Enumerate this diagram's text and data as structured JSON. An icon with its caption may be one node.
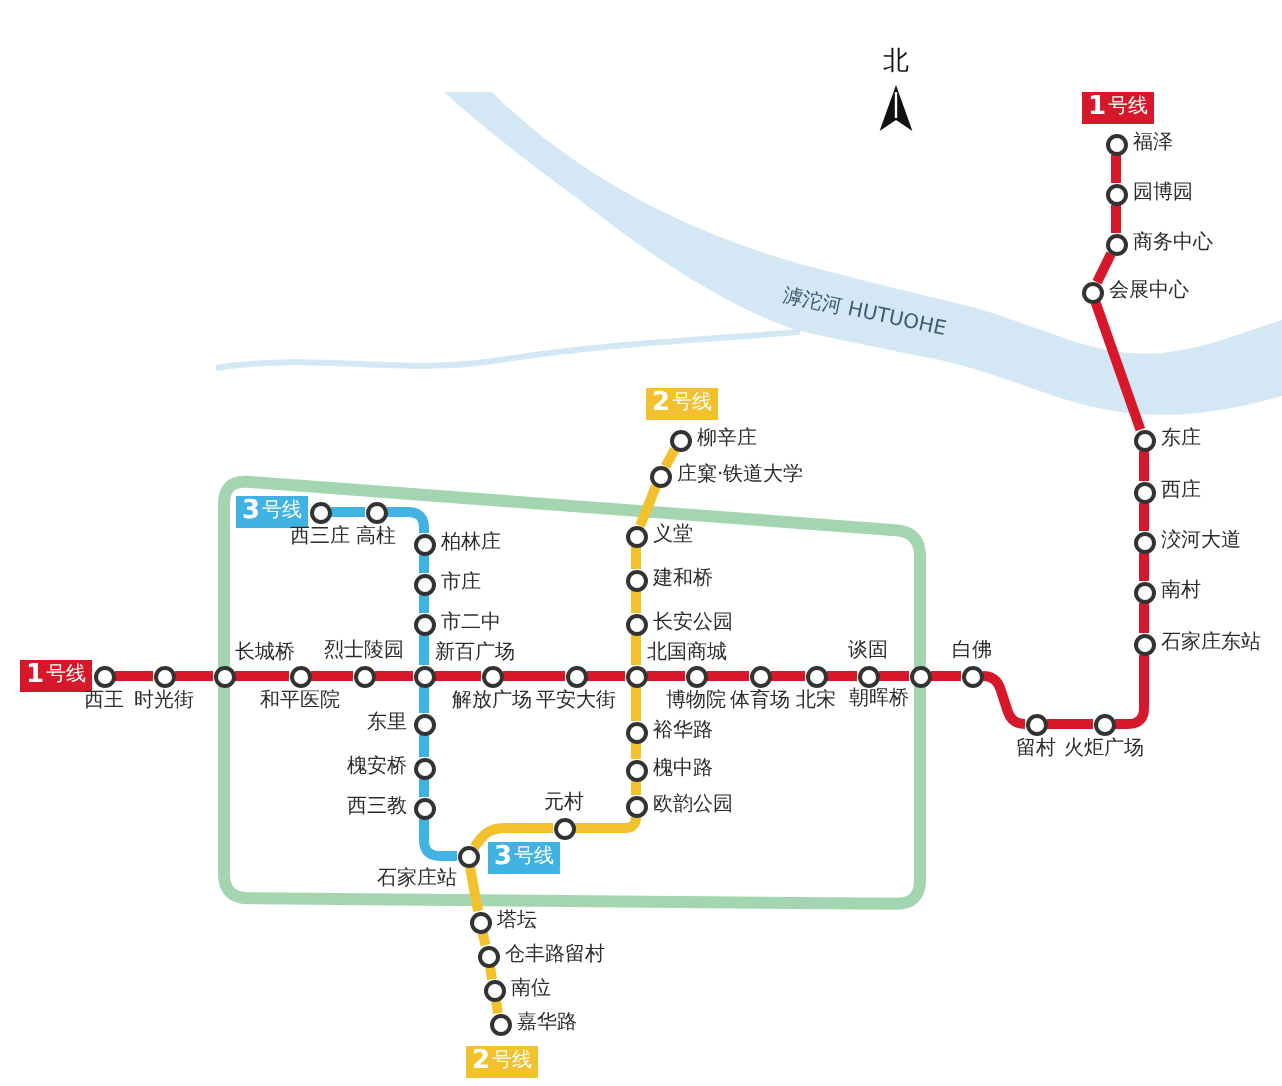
{
  "diagram": {
    "nodes": [
      {
        "text": [
          "1",
          "号线"
        ]
      },
      {
        "text": [
          "西王"
        ]
      },
      {
        "text": [
          "时光街"
        ]
      },
      {
        "text": [
          "长城桥"
        ]
      },
      {
        "text": [
          "和平医院"
        ]
      },
      {
        "text": [
          "烈士陵园"
        ]
      },
      {
        "text": [
          "新百广场"
        ]
      },
      {
        "text": [
          "解放广场"
        ]
      },
      {
        "text": [
          "平安大街"
        ]
      },
      {
        "text": [
          "北国商城"
        ]
      },
      {
        "text": [
          "博物院"
        ]
      },
      {
        "text": [
          "体育场"
        ]
      },
      {
        "text": [
          "北宋"
        ]
      },
      {
        "text": [
          "谈固"
        ]
      },
      {
        "text": [
          "朝晖桥"
        ]
      },
      {
        "text": [
          "白佛"
        ]
      },
      {
        "text": [
          "留村"
        ]
      },
      {
        "text": [
          "火炬广场"
        ]
      },
      {
        "text": [
          "石家庄东站"
        ]
      },
      {
        "text": [
          "南村"
        ]
      },
      {
        "text": [
          "洨河大道"
        ]
      },
      {
        "text": [
          "西庄"
        ]
      },
      {
        "text": [
          "东庄"
        ]
      },
      {
        "text": [
          "会展中心"
        ]
      },
      {
        "text": [
          "商务中心"
        ]
      },
      {
        "text": [
          "园博园"
        ]
      },
      {
        "text": [
          "福泽"
        ]
      },
      {
        "text": [
          "1",
          "号线"
        ]
      },
      {
        "text": [
          "2",
          "号线"
        ]
      },
      {
        "text": [
          "柳辛庄"
        ]
      },
      {
        "text": [
          "庄窠·铁道大学"
        ]
      },
      {
        "text": [
          "义堂"
        ]
      },
      {
        "text": [
          "建和桥"
        ]
      },
      {
        "text": [
          "长安公园"
        ]
      },
      {
        "text": [
          "裕华路"
        ]
      },
      {
        "text": [
          "槐中路"
        ]
      },
      {
        "text": [
          "欧韵公园"
        ]
      },
      {
        "text": [
          "元村"
        ]
      },
      {
        "text": [
          "石家庄站"
        ]
      },
      {
        "text": [
          "塔坛"
        ]
      },
      {
        "text": [
          "仓丰路留村"
        ]
      },
      {
        "text": [
          "南位"
        ]
      },
      {
        "text": [
          "嘉华路"
        ]
      },
      {
        "text": [
          "2",
          "号线"
        ]
      },
      {
        "text": [
          "3",
          "号线"
        ]
      },
      {
        "text": [
          "西三庄"
        ]
      },
      {
        "text": [
          "高柱"
        ]
      },
      {
        "text": [
          "柏林庄"
        ]
      },
      {
        "text": [
          "市庄"
        ]
      },
      {
        "text": [
          "市二中"
        ]
      },
      {
        "text": [
          "东里"
        ]
      },
      {
        "text": [
          "槐安桥"
        ]
      },
      {
        "text": [
          "西三教"
        ]
      },
      {
        "text": [
          "3",
          "号线"
        ]
      }
    ],
    "edges": [
      {
        "from": 1,
        "to": 2,
        "arrow": "none"
      },
      {
        "from": 2,
        "to": 3,
        "arrow": "none"
      },
      {
        "from": 3,
        "to": 4,
        "arrow": "none"
      },
      {
        "from": 4,
        "to": 5,
        "arrow": "none"
      },
      {
        "from": 5,
        "to": 6,
        "arrow": "none"
      },
      {
        "from": 6,
        "to": 7,
        "arrow": "none"
      },
      {
        "from": 7,
        "to": 8,
        "arrow": "none"
      },
      {
        "from": 8,
        "to": 9,
        "arrow": "none"
      },
      {
        "from": 9,
        "to": 10,
        "arrow": "none"
      },
      {
        "from": 10,
        "to": 11,
        "arrow": "none"
      },
      {
        "from": 11,
        "to": 12,
        "arrow": "none"
      },
      {
        "from": 12,
        "to": 13,
        "arrow": "none"
      },
      {
        "from": 13,
        "to": 14,
        "arrow": "none"
      },
      {
        "from": 14,
        "to": 15,
        "arrow": "none"
      },
      {
        "from": 15,
        "to": 16,
        "arrow": "none"
      },
      {
        "from": 16,
        "to": 17,
        "arrow": "none"
      },
      {
        "from": 17,
        "to": 18,
        "arrow": "none"
      },
      {
        "from": 18,
        "to": 19,
        "arrow": "none"
      },
      {
        "from": 19,
        "to": 20,
        "arrow": "none"
      },
      {
        "from": 20,
        "to": 21,
        "arrow": "none"
      },
      {
        "from": 21,
        "to": 22,
        "arrow": "none"
      },
      {
        "from": 22,
        "to": 23,
        "arrow": "none"
      },
      {
        "from": 23,
        "to": 24,
        "arrow": "none"
      },
      {
        "from": 24,
        "to": 25,
        "arrow": "none"
      },
      {
        "from": 25,
        "to": 26,
        "arrow": "none"
      },
      {
        "from": 29,
        "to": 30,
        "arrow": "none",
        "color": "#f2c12e"
      },
      {
        "from": 30,
        "to": 31,
        "arrow": "none",
        "color": "#f2c12e"
      },
      {
        "from": 31,
        "to": 32,
        "arrow": "none",
        "color": "#f2c12e"
      },
      {
        "from": 32,
        "to": 33,
        "arrow": "none",
        "color": "#f2c12e"
      },
      {
        "from": 33,
        "to": 9,
        "arrow": "none",
        "color": "#f2c12e"
      },
      {
        "from": 9,
        "to": 34,
        "arrow": "none",
        "color": "#f2c12e"
      },
      {
        "from": 34,
        "to": 35,
        "arrow": "none",
        "color": "#f2c12e"
      },
      {
        "from": 35,
        "to": 36,
        "arrow": "none",
        "color": "#f2c12e"
      },
      {
        "from": 36,
        "to": 37,
        "arrow": "none",
        "color": "#f2c12e"
      },
      {
        "from": 37,
        "to": 38,
        "arrow": "none",
        "color": "#f2c12e"
      },
      {
        "from": 38,
        "to": 39,
        "arrow": "none",
        "color": "#f2c12e"
      },
      {
        "from": 39,
        "to": 40,
        "arrow": "none",
        "color": "#f2c12e"
      },
      {
        "from": 40,
        "to": 41,
        "arrow": "none",
        "color": "#f2c12e"
      },
      {
        "from": 41,
        "to": 42,
        "arrow": "none",
        "color": "#f2c12e"
      },
      {
        "from": 45,
        "to": 46,
        "arrow": "none",
        "color": "#41b3e3"
      },
      {
        "from": 46,
        "to": 47,
        "arrow": "none",
        "color": "#41b3e3"
      },
      {
        "from": 47,
        "to": 48,
        "arrow": "none",
        "color": "#41b3e3"
      },
      {
        "from": 48,
        "to": 49,
        "arrow": "none",
        "color": "#41b3e3"
      },
      {
        "from": 49,
        "to": 6,
        "arrow": "none",
        "color": "#41b3e3"
      },
      {
        "from": 6,
        "to": 50,
        "arrow": "none",
        "color": "#41b3e3"
      },
      {
        "from": 50,
        "to": 51,
        "arrow": "none",
        "color": "#41b3e3"
      },
      {
        "from": 51,
        "to": 52,
        "arrow": "none",
        "color": "#41b3e3"
      },
      {
        "from": 52,
        "to": 38,
        "arrow": "none",
        "color": "#41b3e3"
      }
    ],
    "labels": [
      "北",
      "滹沱河 HUTUOHE"
    ]
  }
}
